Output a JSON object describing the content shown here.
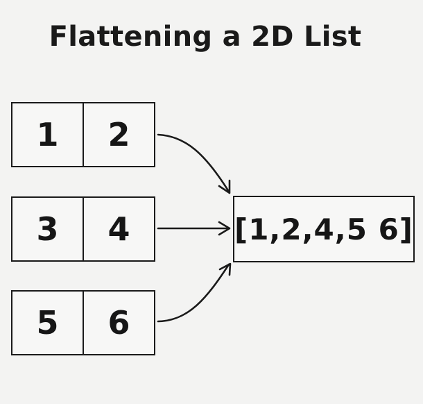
{
  "title": "Flattening a 2D List",
  "rows": [
    {
      "cells": [
        "1",
        "2"
      ]
    },
    {
      "cells": [
        "3",
        "4"
      ]
    },
    {
      "cells": [
        "5",
        "6"
      ]
    }
  ],
  "result": "[1,2,4,5 6]"
}
